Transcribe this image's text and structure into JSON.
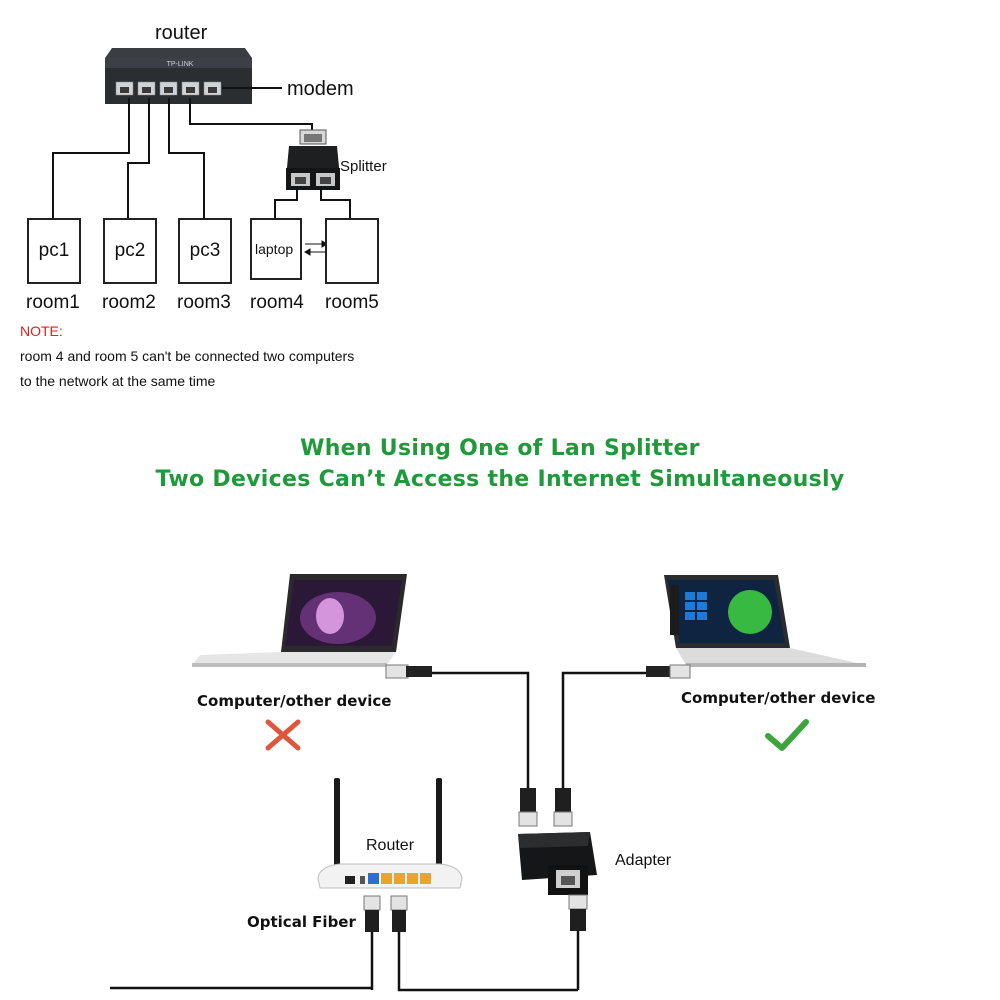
{
  "top": {
    "router_label": "router",
    "modem_label": "modem",
    "switch_brand": "TP-LINK",
    "splitter_label": "Splitter",
    "devices": [
      "pc1",
      "pc2",
      "pc3",
      "laptop",
      ""
    ],
    "rooms": [
      "room1",
      "room2",
      "room3",
      "room4",
      "room5"
    ],
    "note_title": "NOTE:",
    "note_lines": [
      "room 4 and room 5 can't be connected two computers",
      "to the network at the same time"
    ]
  },
  "headline": {
    "line1": "When Using One of  Lan Splitter",
    "line2": "Two Devices Can’t Access the Internet  Simultaneously"
  },
  "bottom": {
    "left_device_label": "Computer/other device",
    "right_device_label": "Computer/other device",
    "router_label": "Router",
    "adapter_label": "Adapter",
    "fiber_label": "Optical Fiber",
    "left_status_icon": "cross-icon",
    "right_status_icon": "check-icon"
  },
  "colors": {
    "note": "#e0201b",
    "headline": "#1f9a3a",
    "cross": "#e0563b",
    "check": "#3ba53b"
  }
}
